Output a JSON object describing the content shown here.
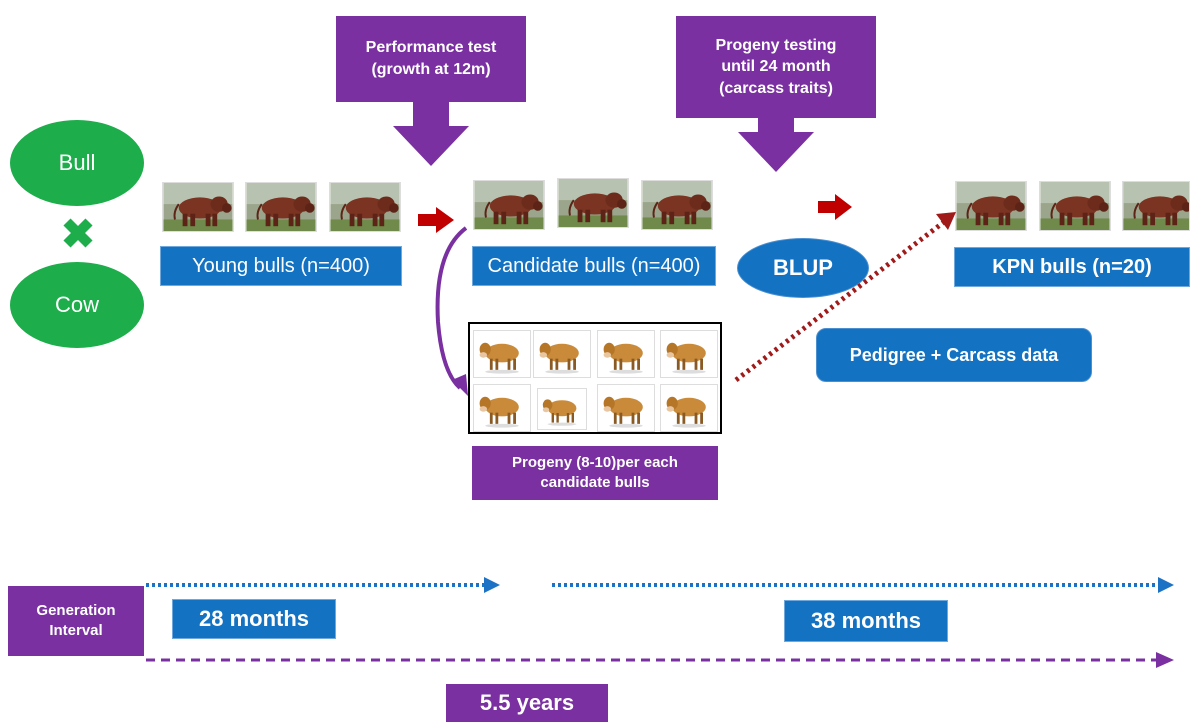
{
  "parents": {
    "bull": "Bull",
    "cow": "Cow"
  },
  "callouts": {
    "performance_test": [
      "Performance test",
      "(growth at 12m)"
    ],
    "progeny_testing": [
      "Progeny testing",
      "until 24 month",
      "(carcass traits)"
    ]
  },
  "labels": {
    "young_bulls": "Young bulls (n=400)",
    "candidate_bulls": "Candidate bulls (n=400)",
    "blup": "BLUP",
    "kpn_bulls": "KPN bulls (n=20)",
    "pedigree_carcass": "Pedigree + Carcass data",
    "progeny": [
      "Progeny (8-10)per each",
      "candidate bulls"
    ]
  },
  "timeline": {
    "generation_interval": [
      "Generation",
      "Interval"
    ],
    "first_phase": "28 months",
    "second_phase": "38 months",
    "total": "5.5 years"
  },
  "colors": {
    "green": "#1dad4b",
    "blue": "#1372c2",
    "purple": "#7a30a0",
    "red_arrow": "#c00000",
    "dotted_blue": "#1c72c4",
    "dotted_red": "#a01a1a"
  }
}
